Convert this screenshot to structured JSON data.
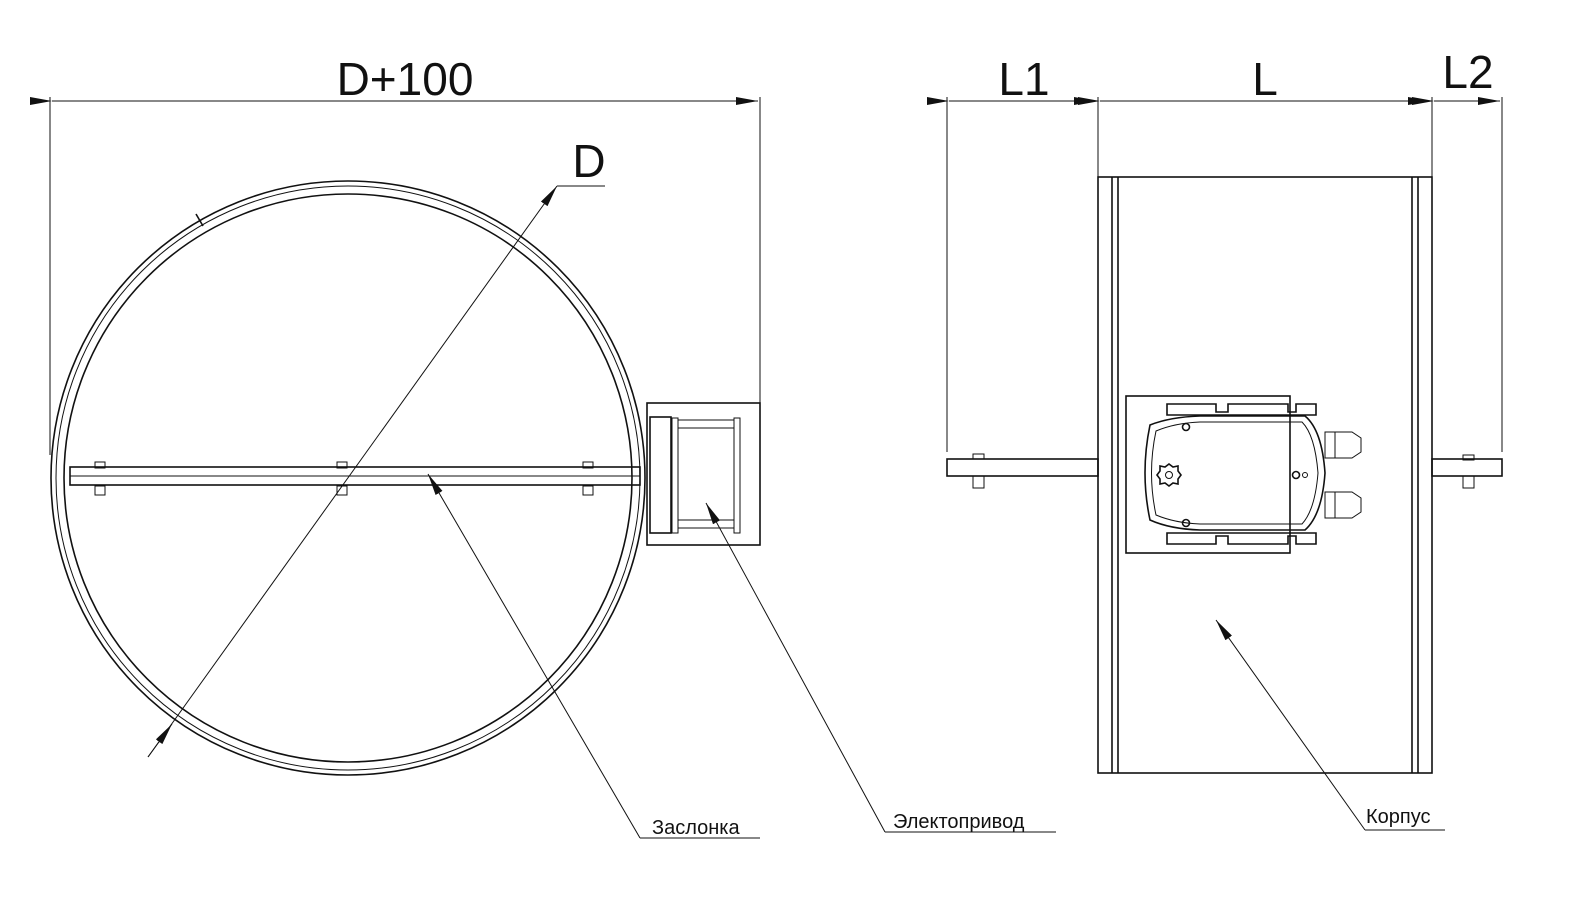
{
  "dimensions": {
    "overall_width": "D+100",
    "diameter": "D",
    "l1": "L1",
    "l": "L",
    "l2": "L2"
  },
  "callouts": {
    "damper": "Заслонка",
    "actuator": "Электопривод",
    "housing": "Корпус"
  }
}
